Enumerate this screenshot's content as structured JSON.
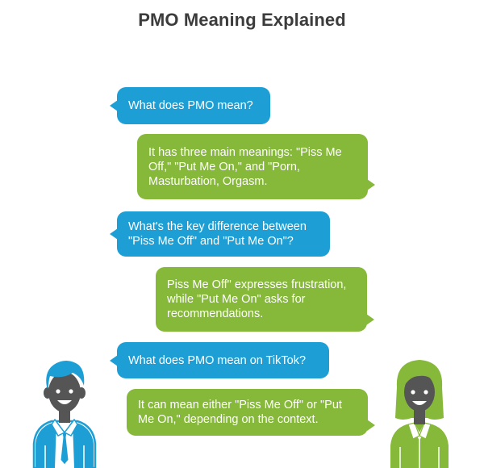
{
  "title": "PMO Meaning Explained",
  "colors": {
    "question_bubble": "#1d9fd6",
    "answer_bubble": "#86b83a",
    "title_text": "#3c3c3c",
    "man_accent": "#1d9fd6",
    "woman_accent": "#86b83a",
    "skin": "#555555"
  },
  "conversation": [
    {
      "speaker": "man",
      "kind": "question",
      "text": "What does PMO mean?"
    },
    {
      "speaker": "woman",
      "kind": "answer",
      "text": "It has three main meanings: \"Piss Me Off,\" \"Put Me On,\" and \"Porn, Masturbation, Orgasm."
    },
    {
      "speaker": "man",
      "kind": "question",
      "text": "What's the key difference between \"Piss Me Off\" and \"Put Me On\"?"
    },
    {
      "speaker": "woman",
      "kind": "answer",
      "text": "Piss Me Off\" expresses frustration, while \"Put Me On\" asks for recommendations."
    },
    {
      "speaker": "man",
      "kind": "question",
      "text": "What does PMO mean on TikTok?"
    },
    {
      "speaker": "woman",
      "kind": "answer",
      "text": "It can mean either \"Piss Me Off\" or \"Put Me On,\" depending on the context."
    }
  ],
  "characters": {
    "man_icon": "man-avatar-icon",
    "woman_icon": "woman-avatar-icon"
  }
}
